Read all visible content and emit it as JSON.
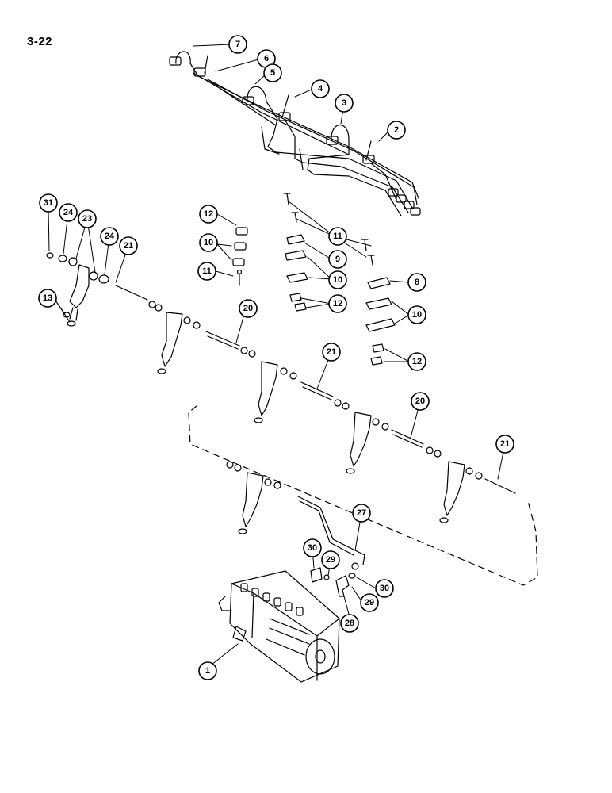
{
  "page": {
    "number": "3-22"
  },
  "callouts": [
    {
      "id": "c7",
      "label": "7"
    },
    {
      "id": "c6",
      "label": "6"
    },
    {
      "id": "c5",
      "label": "5"
    },
    {
      "id": "c4",
      "label": "4"
    },
    {
      "id": "c3",
      "label": "3"
    },
    {
      "id": "c2",
      "label": "2"
    },
    {
      "id": "c31",
      "label": "31"
    },
    {
      "id": "c24a",
      "label": "24"
    },
    {
      "id": "c23",
      "label": "23"
    },
    {
      "id": "c24b",
      "label": "24"
    },
    {
      "id": "c21a",
      "label": "21"
    },
    {
      "id": "c13",
      "label": "13"
    },
    {
      "id": "c12a",
      "label": "12"
    },
    {
      "id": "c10a",
      "label": "10"
    },
    {
      "id": "c11a",
      "label": "11"
    },
    {
      "id": "c11b",
      "label": "11"
    },
    {
      "id": "c9",
      "label": "9"
    },
    {
      "id": "c10b",
      "label": "10"
    },
    {
      "id": "c12b",
      "label": "12"
    },
    {
      "id": "c8",
      "label": "8"
    },
    {
      "id": "c10c",
      "label": "10"
    },
    {
      "id": "c12c",
      "label": "12"
    },
    {
      "id": "c20a",
      "label": "20"
    },
    {
      "id": "c21b",
      "label": "21"
    },
    {
      "id": "c20b",
      "label": "20"
    },
    {
      "id": "c21c",
      "label": "21"
    },
    {
      "id": "c27",
      "label": "27"
    },
    {
      "id": "c30a",
      "label": "30"
    },
    {
      "id": "c29a",
      "label": "29"
    },
    {
      "id": "c30b",
      "label": "30"
    },
    {
      "id": "c29b",
      "label": "29"
    },
    {
      "id": "c28",
      "label": "28"
    },
    {
      "id": "c1",
      "label": "1"
    }
  ]
}
